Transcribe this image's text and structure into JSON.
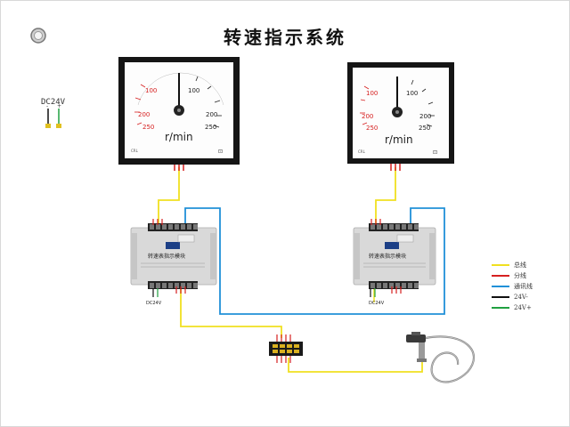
{
  "title": "转速指示系统",
  "power": {
    "top_label": "DC24V",
    "module_label": "DC24V"
  },
  "gauges": [
    {
      "unit": "r/min",
      "scale_red": [
        "100",
        "200",
        "250"
      ],
      "scale_black": [
        "100",
        "200",
        "250"
      ],
      "brand": "CRL"
    },
    {
      "unit": "r/min",
      "scale_red": [
        "100",
        "200",
        "250"
      ],
      "scale_black": [
        "100",
        "200",
        "250"
      ],
      "brand": "CRL"
    }
  ],
  "module": {
    "name": "转速表指示模块"
  },
  "legend": [
    {
      "label": "总线",
      "color": "#f0e020"
    },
    {
      "label": "分线",
      "color": "#d62020"
    },
    {
      "label": "通讯线",
      "color": "#2090d8"
    },
    {
      "label": "24V-",
      "color": "#111111"
    },
    {
      "label": "24V+",
      "color": "#20a040"
    }
  ],
  "colors": {
    "bus": "#f0e020",
    "branch": "#d62020",
    "comm": "#2090d8"
  }
}
